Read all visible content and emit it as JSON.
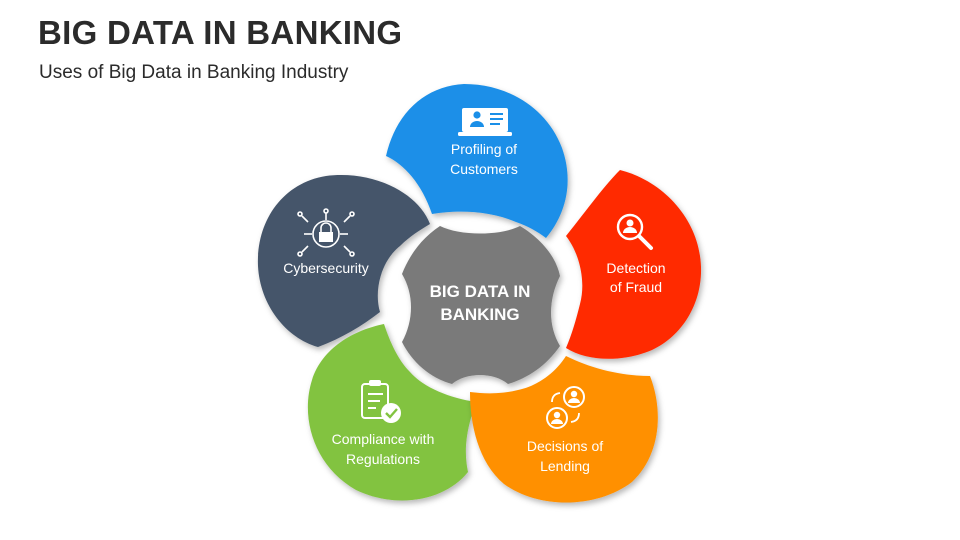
{
  "header": {
    "title": "BIG DATA IN BANKING",
    "subtitle": "Uses of Big Data in Banking Industry"
  },
  "diagram": {
    "center": {
      "line1": "BIG DATA IN",
      "line2": "BANKING",
      "color": "#7a7a7a"
    },
    "petals": [
      {
        "line1": "Profiling of",
        "line2": "Customers",
        "icon": "customer-profile-icon",
        "color": "#1a8fe8"
      },
      {
        "line1": "Detection",
        "line2": "of Fraud",
        "icon": "fraud-search-icon",
        "color": "#ff2a00"
      },
      {
        "line1": "Decisions of",
        "line2": "Lending",
        "icon": "user-exchange-icon",
        "color": "#ff9000"
      },
      {
        "line1": "Compliance with",
        "line2": "Regulations",
        "icon": "checklist-icon",
        "color": "#82c341"
      },
      {
        "line1": "Cybersecurity",
        "line2": "",
        "icon": "circuit-lock-icon",
        "color": "#44546a"
      }
    ]
  }
}
